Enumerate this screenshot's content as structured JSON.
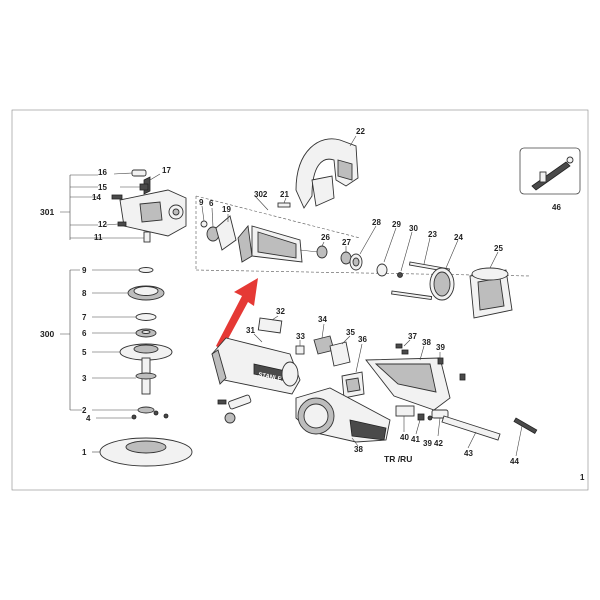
{
  "diagram": {
    "labels": {
      "l16": "16",
      "l17": "17",
      "l15": "15",
      "l14": "14",
      "l301": "301",
      "l12": "12",
      "l11": "11",
      "l9": "9",
      "l8": "8",
      "l7": "7",
      "l300": "300",
      "l6": "6",
      "l5": "5",
      "l3": "3",
      "l2": "2",
      "l4": "4",
      "l1": "1",
      "l302": "302",
      "l21": "21",
      "l22": "22",
      "l9b": "9",
      "l6b": "6",
      "l19": "19",
      "l26": "26",
      "l27": "27",
      "l28": "28",
      "l29": "29",
      "l30": "30",
      "l23": "23",
      "l24": "24",
      "l25": "25",
      "l46": "46",
      "l32": "32",
      "l31": "31",
      "l34": "34",
      "l33": "33",
      "l35": "35",
      "l36": "36",
      "l37": "37",
      "l38a": "38",
      "l39a": "39",
      "l38b": "38",
      "l40": "40",
      "l41": "41",
      "l39b": "39",
      "l42": "42",
      "l43": "43",
      "l44": "44",
      "trru": "TR /RU",
      "brand": "STANLEY",
      "pagenum": "1"
    },
    "arrow_color": "#e53935"
  }
}
